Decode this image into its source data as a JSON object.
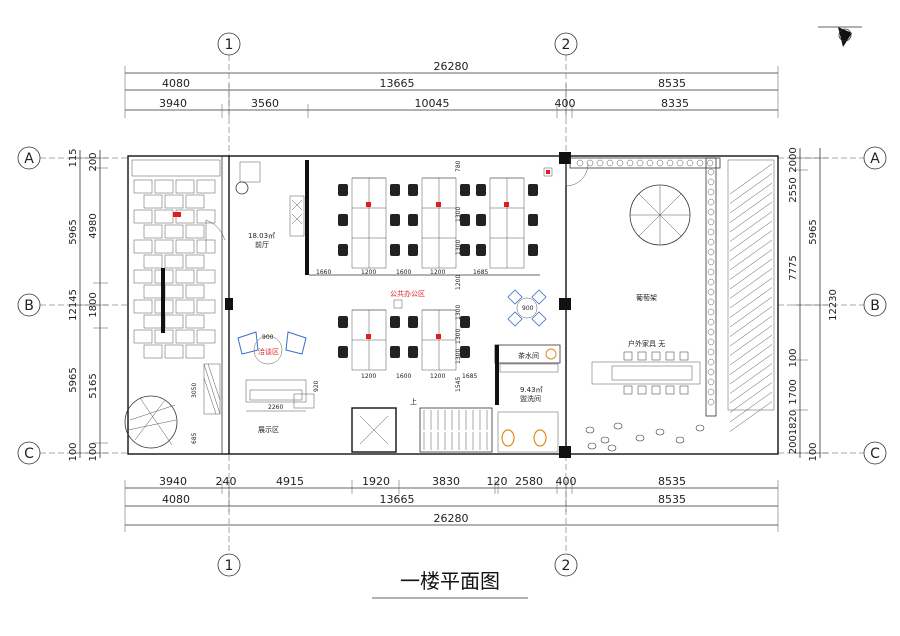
{
  "title": "一楼平面图",
  "axes": {
    "columns": [
      "1",
      "2"
    ],
    "rows": [
      "A",
      "B",
      "C"
    ]
  },
  "dims_top": {
    "overall": "26280",
    "row1": [
      "4080",
      "13665",
      "8535"
    ],
    "row2": [
      "3940",
      "3560",
      "10045",
      "400",
      "8335"
    ]
  },
  "dims_bottom": {
    "row1": [
      "3940",
      "240",
      "4915",
      "1920",
      "3830",
      "120",
      "2580",
      "400",
      "8535"
    ],
    "row2": [
      "4080",
      "13665",
      "8535"
    ],
    "overall": "26280"
  },
  "dims_left": {
    "outer": [
      "115",
      "5965",
      "12145",
      "5965",
      "100"
    ],
    "inner": [
      "200",
      "4980",
      "1800",
      "5165",
      "100"
    ]
  },
  "dims_right": {
    "inner": [
      "2000",
      "2550",
      "7775",
      "100",
      "5965",
      "1700",
      "2001820",
      "100"
    ],
    "outer": [
      "12230"
    ]
  },
  "rooms": {
    "lobby": "前厅",
    "lobby_area": "18.03㎡",
    "office": "公共办公区",
    "lounge": "洽谈区",
    "showroom": "展示区",
    "tea": "茶水间",
    "washroom": "盥洗间",
    "washroom_area": "9.43㎡",
    "grape_trellis": "葡萄架",
    "outdoor_furniture": "户外家具 无"
  },
  "inner_dims": {
    "desk_row1": [
      "1660",
      "1200",
      "1600",
      "1200",
      "1685"
    ],
    "desk_row2": [
      "1200",
      "1600",
      "1200",
      "1685"
    ],
    "small_numbers": [
      "780",
      "1300",
      "1300",
      "1200",
      "1300",
      "1300",
      "1300",
      "1545"
    ],
    "lounge_table": "900",
    "cross_table": "900",
    "sofa_width": "2260",
    "sofa_depth": "920",
    "left_wall_dim": "3050",
    "left_wall_dim2": "685",
    "stair_label": "上"
  },
  "colors": {
    "line": "#333333",
    "accent_red": "#e21b1b",
    "lounge_blue": "#3a6fc4",
    "toilet_orange": "#e08a1e"
  }
}
